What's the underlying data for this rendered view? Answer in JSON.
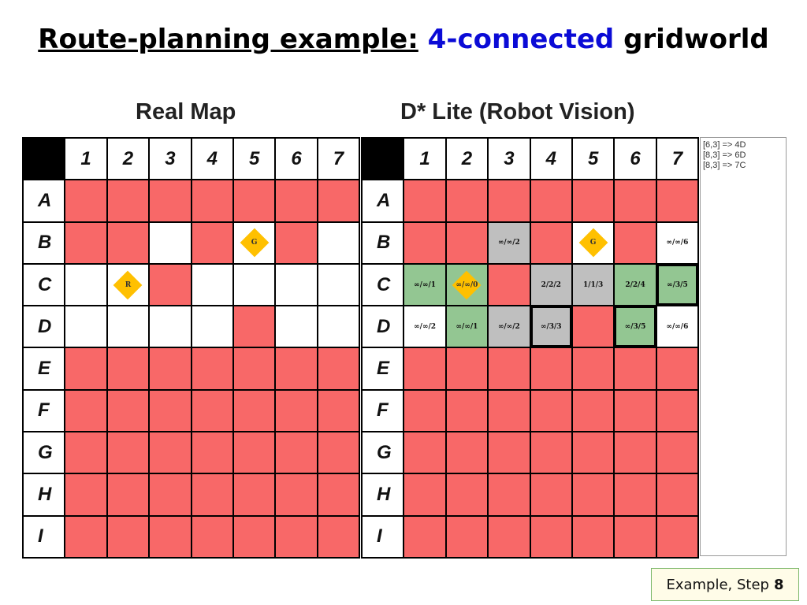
{
  "title": {
    "part1": "Route-planning example:",
    "part2": "4-connected",
    "part3": "gridworld"
  },
  "col_headers": [
    "1",
    "2",
    "3",
    "4",
    "5",
    "6",
    "7"
  ],
  "row_headers": [
    "A",
    "B",
    "C",
    "D",
    "E",
    "F",
    "G",
    "H",
    "I"
  ],
  "real_map": {
    "title": "Real Map",
    "rows": [
      [
        "red",
        "red",
        "red",
        "red",
        "red",
        "red",
        "red"
      ],
      [
        "red",
        "red",
        "white",
        "red",
        "goal",
        "red",
        "white"
      ],
      [
        "white",
        "robot",
        "red",
        "white",
        "white",
        "white",
        "white"
      ],
      [
        "white",
        "white",
        "white",
        "white",
        "red",
        "white",
        "white"
      ],
      [
        "red",
        "red",
        "red",
        "red",
        "red",
        "red",
        "red"
      ],
      [
        "red",
        "red",
        "red",
        "red",
        "red",
        "red",
        "red"
      ],
      [
        "red",
        "red",
        "red",
        "red",
        "red",
        "red",
        "red"
      ],
      [
        "red",
        "red",
        "red",
        "red",
        "red",
        "red",
        "red"
      ],
      [
        "red",
        "red",
        "red",
        "red",
        "red",
        "red",
        "red"
      ]
    ]
  },
  "dstar": {
    "title": "D* Lite (Robot Vision)",
    "rows": [
      [
        {
          "c": "red"
        },
        {
          "c": "red"
        },
        {
          "c": "red"
        },
        {
          "c": "red"
        },
        {
          "c": "red"
        },
        {
          "c": "red"
        },
        {
          "c": "red"
        }
      ],
      [
        {
          "c": "red"
        },
        {
          "c": "red"
        },
        {
          "c": "gray",
          "t": "∞/∞/2"
        },
        {
          "c": "red"
        },
        {
          "c": "goal"
        },
        {
          "c": "red"
        },
        {
          "c": "white",
          "t": "∞/∞/6"
        }
      ],
      [
        {
          "c": "green",
          "t": "∞/∞/1"
        },
        {
          "c": "robot",
          "t": "∞/∞/0"
        },
        {
          "c": "red"
        },
        {
          "c": "gray",
          "t": "2/2/2"
        },
        {
          "c": "gray",
          "t": "1/1/3"
        },
        {
          "c": "green",
          "t": "2/2/4"
        },
        {
          "c": "green",
          "t": "∞/3/5",
          "b": true
        }
      ],
      [
        {
          "c": "white",
          "t": "∞/∞/2"
        },
        {
          "c": "green",
          "t": "∞/∞/1"
        },
        {
          "c": "gray",
          "t": "∞/∞/2"
        },
        {
          "c": "gray",
          "t": "∞/3/3",
          "b": true
        },
        {
          "c": "red"
        },
        {
          "c": "green",
          "t": "∞/3/5",
          "b": true
        },
        {
          "c": "white",
          "t": "∞/∞/6"
        }
      ],
      [
        {
          "c": "red"
        },
        {
          "c": "red"
        },
        {
          "c": "red"
        },
        {
          "c": "red"
        },
        {
          "c": "red"
        },
        {
          "c": "red"
        },
        {
          "c": "red"
        }
      ],
      [
        {
          "c": "red"
        },
        {
          "c": "red"
        },
        {
          "c": "red"
        },
        {
          "c": "red"
        },
        {
          "c": "red"
        },
        {
          "c": "red"
        },
        {
          "c": "red"
        }
      ],
      [
        {
          "c": "red"
        },
        {
          "c": "red"
        },
        {
          "c": "red"
        },
        {
          "c": "red"
        },
        {
          "c": "red"
        },
        {
          "c": "red"
        },
        {
          "c": "red"
        }
      ],
      [
        {
          "c": "red"
        },
        {
          "c": "red"
        },
        {
          "c": "red"
        },
        {
          "c": "red"
        },
        {
          "c": "red"
        },
        {
          "c": "red"
        },
        {
          "c": "red"
        }
      ],
      [
        {
          "c": "red"
        },
        {
          "c": "red"
        },
        {
          "c": "red"
        },
        {
          "c": "red"
        },
        {
          "c": "red"
        },
        {
          "c": "red"
        },
        {
          "c": "red"
        }
      ]
    ]
  },
  "markers": {
    "robot": "R",
    "goal": "G"
  },
  "log": [
    "[6,3] => 4D",
    "[8,3] => 6D",
    "[8,3] => 7C"
  ],
  "step": {
    "label": "Example, Step",
    "number": "8"
  },
  "colors": {
    "red": "#f86868",
    "green": "#93c692",
    "gray": "#bfbfbf",
    "diamond": "#ffc000",
    "title_accent": "#0b0bd6"
  }
}
